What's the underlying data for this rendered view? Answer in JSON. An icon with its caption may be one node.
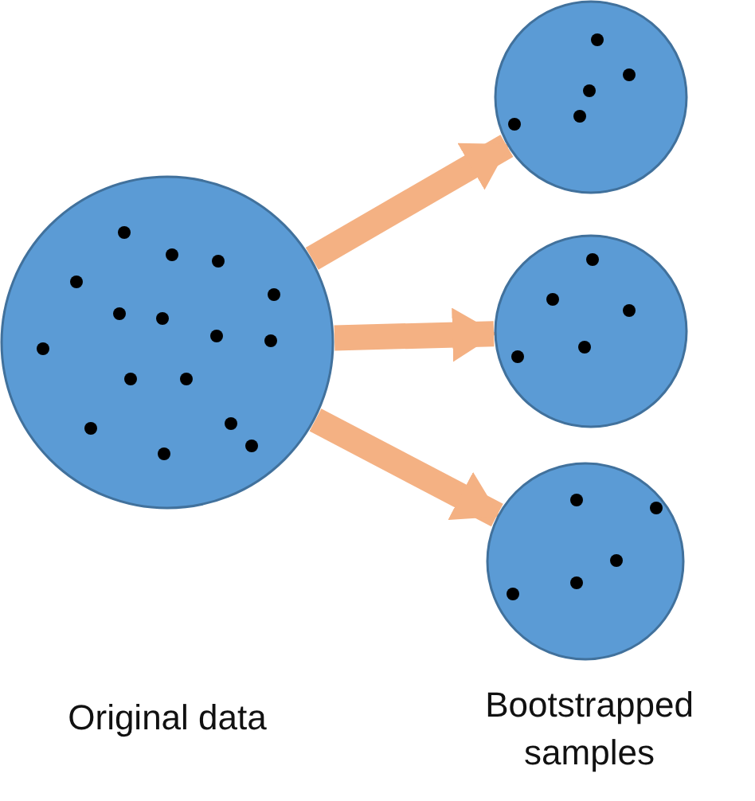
{
  "diagram": {
    "nodes": [
      {
        "text": [],
        "shape": "circle"
      },
      {
        "text": [],
        "shape": "circle"
      },
      {
        "text": [],
        "shape": "circle"
      },
      {
        "text": [],
        "shape": "circle"
      }
    ],
    "edges": [
      {
        "from": 0,
        "to": 1,
        "arrow": "to"
      },
      {
        "from": 0,
        "to": 2,
        "arrow": "to"
      },
      {
        "from": 0,
        "to": 3,
        "arrow": "to"
      }
    ],
    "labels": [
      "Original data",
      "Bootstrapped samples"
    ]
  }
}
